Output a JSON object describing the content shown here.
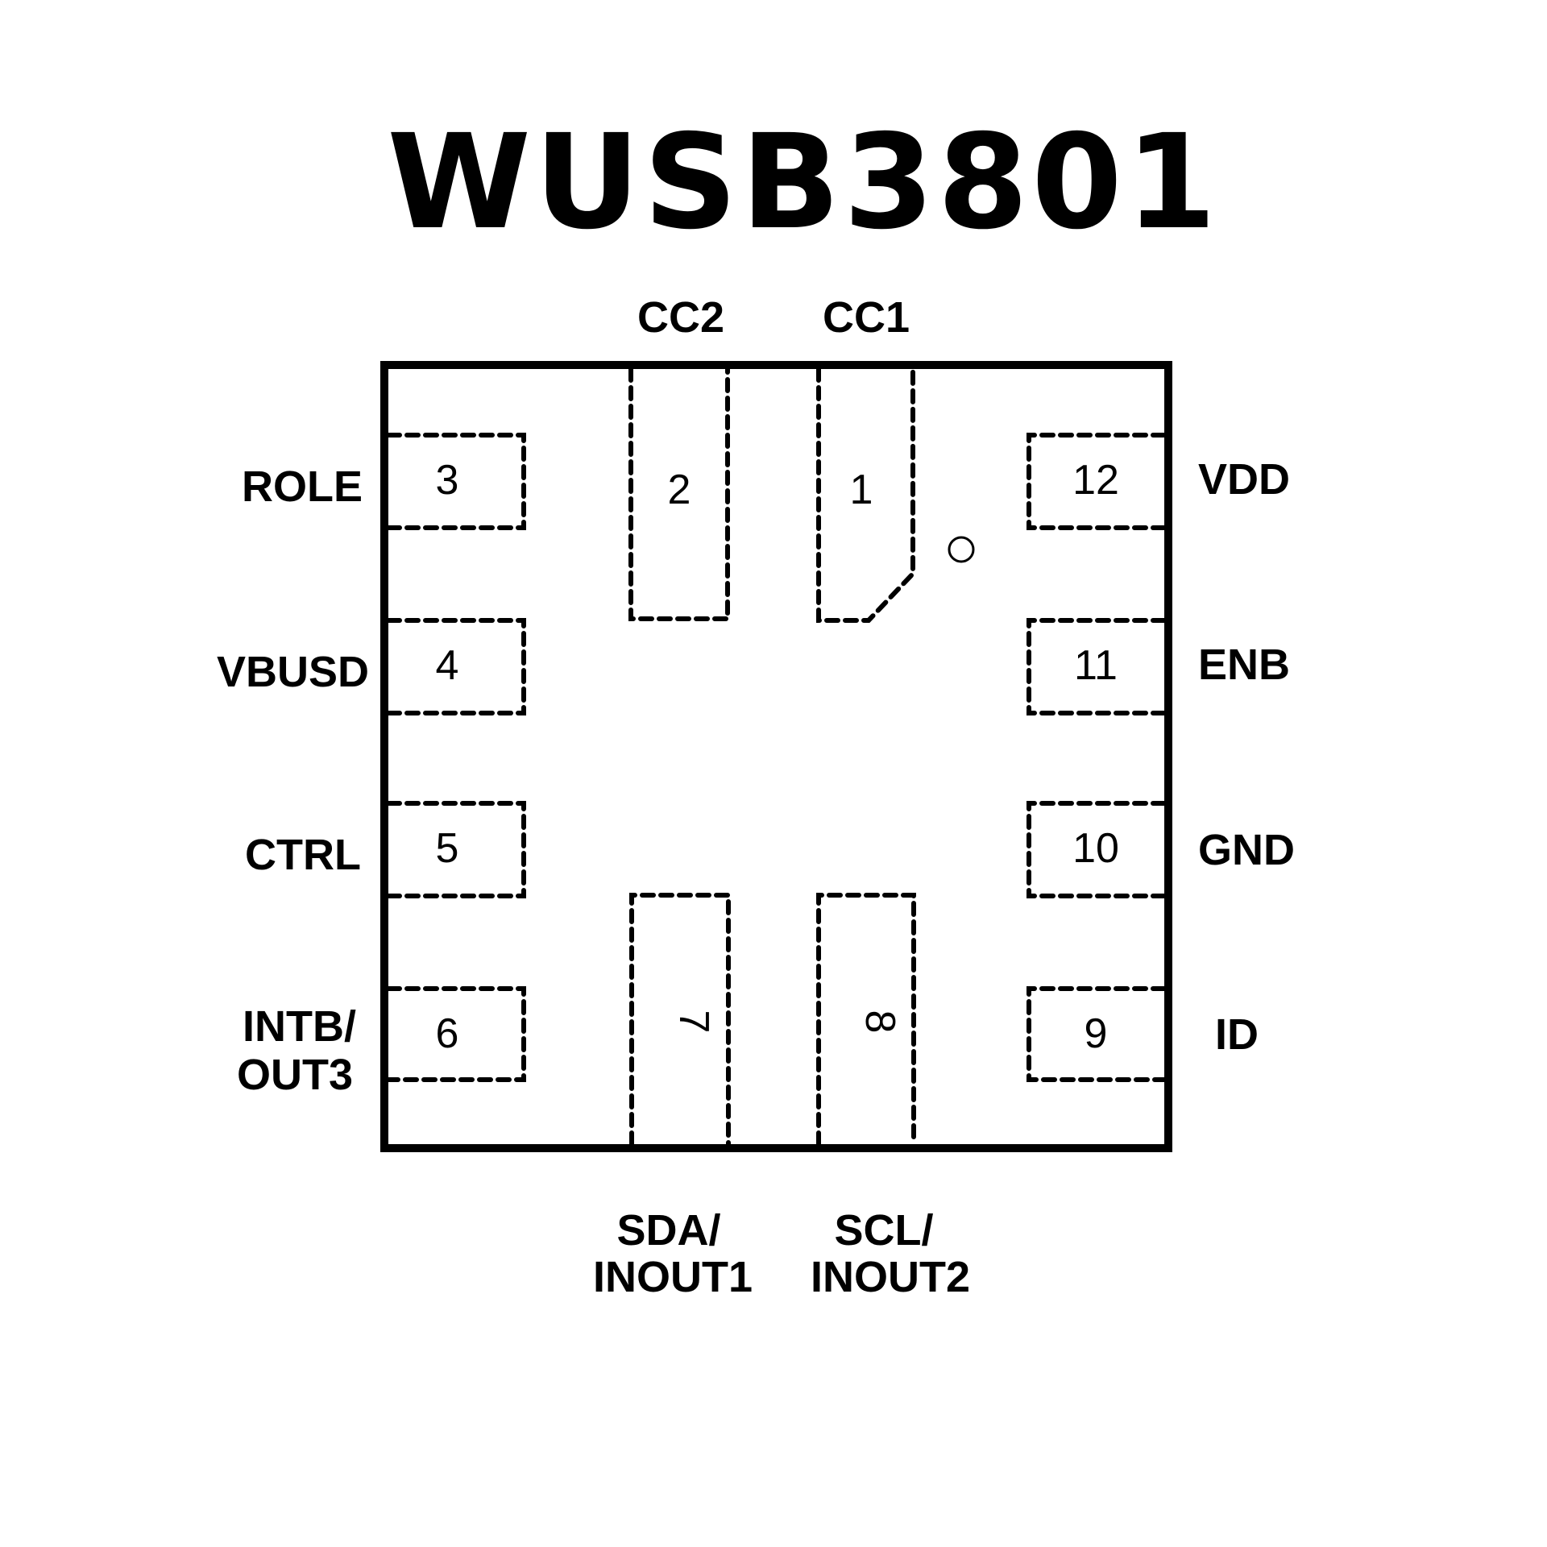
{
  "title": "WUSB3801",
  "package": {
    "description": "Top view pinout, 12-pin QFN",
    "pin1_marker": "circle-marker",
    "colors": {
      "ink": "#000000",
      "background": "#ffffff"
    }
  },
  "pins": [
    {
      "number": "1",
      "name": "CC1",
      "side": "top"
    },
    {
      "number": "2",
      "name": "CC2",
      "side": "top"
    },
    {
      "number": "3",
      "name": "ROLE",
      "side": "left"
    },
    {
      "number": "4",
      "name": "VBUSD",
      "side": "left"
    },
    {
      "number": "5",
      "name": "CTRL",
      "side": "left"
    },
    {
      "number": "6",
      "name": "INTB/",
      "name2": "OUT3",
      "side": "left"
    },
    {
      "number": "7",
      "name": "SDA/",
      "name2": "INOUT1",
      "side": "bottom"
    },
    {
      "number": "8",
      "name": "SCL/",
      "name2": "INOUT2",
      "side": "bottom"
    },
    {
      "number": "9",
      "name": "ID",
      "side": "right"
    },
    {
      "number": "10",
      "name": "GND",
      "side": "right"
    },
    {
      "number": "11",
      "name": "ENB",
      "side": "right"
    },
    {
      "number": "12",
      "name": "VDD",
      "side": "right"
    }
  ]
}
